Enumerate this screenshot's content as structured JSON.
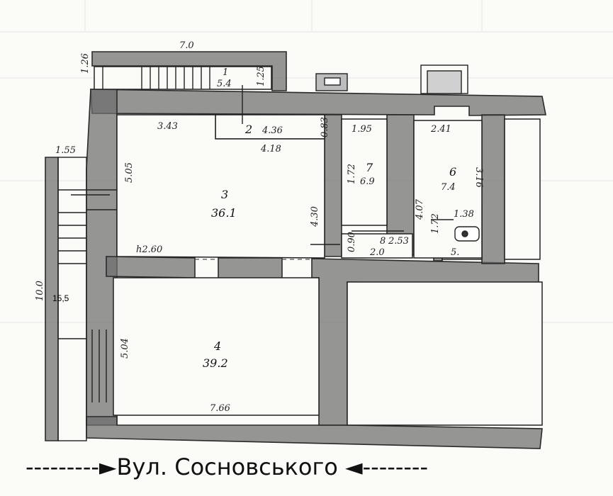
{
  "plan": {
    "street": "Вул. Сосновського",
    "street_left_arrow": "---------►",
    "street_right_arrow": "◄--------",
    "outer": {
      "top_width": "7.0",
      "left_height": "10.0",
      "note": "15,5",
      "left_small": "1.55",
      "top_small": "1.26"
    },
    "rooms": [
      {
        "id": "1",
        "area": "5.4",
        "dim": "1.25"
      },
      {
        "id": "2",
        "dim_top": "4.36",
        "dim_bottom": "4.18",
        "dim_side": "0.83"
      },
      {
        "id": "3",
        "area": "36.1",
        "dim_top": "3.43",
        "dim_left": "5.05",
        "dim_right": "4.30",
        "height": "h2.60"
      },
      {
        "id": "4",
        "area": "39.2",
        "dim_bottom": "7.66",
        "dim_left": "5.04"
      },
      {
        "id": "5.",
        "dim_top": "1.38",
        "dim_left": "1.72"
      },
      {
        "id": "6",
        "area": "7.4",
        "dim_top": "2.41",
        "dim_right": "3.16",
        "dim_left": "4.07"
      },
      {
        "id": "7",
        "area": "6.9",
        "dim_top": "1.95",
        "dim_left": "1.72"
      },
      {
        "id": "8",
        "area": "2.0",
        "dim_right": "2.53",
        "dim_left": "0.90"
      }
    ]
  }
}
